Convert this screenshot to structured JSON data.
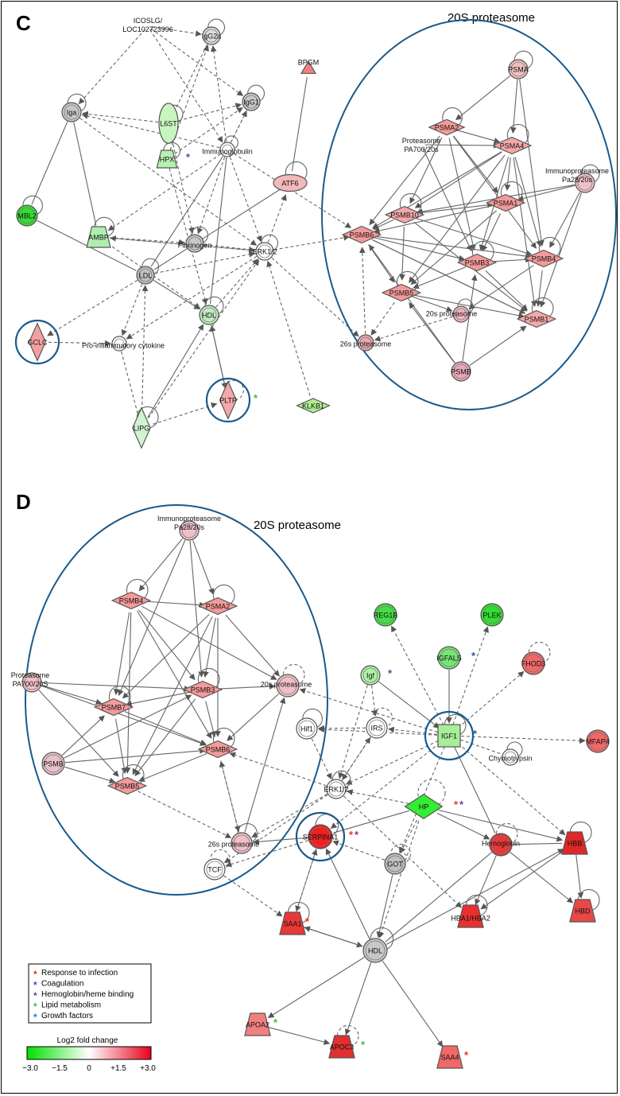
{
  "panel_c": {
    "letter": "C",
    "complex_label": "20S proteasome",
    "nodes": [
      {
        "id": "c_icoslg",
        "label": "ICOSLG/\nLOC102723996",
        "shape": "none",
        "fill": "#ffffff"
      },
      {
        "id": "c_igg2a",
        "label": "IgG2a",
        "shape": "circle",
        "fill": "#dddddd"
      },
      {
        "id": "c_bpgm",
        "label": "BPGM",
        "shape": "triangle",
        "fill": "#f08080"
      },
      {
        "id": "c_igg1",
        "label": "IgG1",
        "shape": "circle",
        "fill": "#c8c8c8"
      },
      {
        "id": "c_l6st",
        "label": "L6ST",
        "shape": "ellipse",
        "fill": "#c8f5c0"
      },
      {
        "id": "c_iga",
        "label": "Iga",
        "shape": "circle",
        "fill": "#c8c8c8"
      },
      {
        "id": "c_immunoglobulin",
        "label": "Immunoglobulin",
        "shape": "circle",
        "fill": "#ffffff"
      },
      {
        "id": "c_hpx",
        "label": "HPX",
        "shape": "trapezoid",
        "fill": "#b8f0b0"
      },
      {
        "id": "c_atf6",
        "label": "ATF6",
        "shape": "ellipse",
        "fill": "#f4b8b8"
      },
      {
        "id": "c_mbl2",
        "label": "MBL2",
        "shape": "circle",
        "fill": "#33dd33"
      },
      {
        "id": "c_ambp",
        "label": "AMBP",
        "shape": "trapezoid",
        "fill": "#b0eeb0"
      },
      {
        "id": "c_fibrinogen",
        "label": "Fibrinogen",
        "shape": "circle",
        "fill": "#c8c8c8"
      },
      {
        "id": "c_erk12",
        "label": "ERK1/2",
        "shape": "circle",
        "fill": "#ffffff"
      },
      {
        "id": "c_ldl",
        "label": "LDL",
        "shape": "circle",
        "fill": "#c0c0c0"
      },
      {
        "id": "c_hdl",
        "label": "HDL",
        "shape": "circle",
        "fill": "#c4ecc0"
      },
      {
        "id": "c_gclc",
        "label": "GCLC",
        "shape": "diamond",
        "fill": "#f4a0a0"
      },
      {
        "id": "c_proinfl",
        "label": "Pro-inflammatory cytokine",
        "shape": "circle",
        "fill": "#ffffff"
      },
      {
        "id": "c_pltp",
        "label": "PLTP",
        "shape": "diamond",
        "fill": "#f4a8a8"
      },
      {
        "id": "c_lipg",
        "label": "LIPG",
        "shape": "diamond",
        "fill": "#d0f4d0"
      },
      {
        "id": "c_klkb1",
        "label": "KLKB1",
        "shape": "diamond",
        "fill": "#b0ee90"
      },
      {
        "id": "c_psma",
        "label": "PSMA",
        "shape": "circle",
        "fill": "#f0c0c0"
      },
      {
        "id": "c_psma2",
        "label": "PSMA2",
        "shape": "diamond",
        "fill": "#f49a9a"
      },
      {
        "id": "c_psma4",
        "label": "PSMA4",
        "shape": "diamond",
        "fill": "#f4a8a8"
      },
      {
        "id": "c_pa700",
        "label": "Proteasome\nPA700/20s",
        "shape": "none",
        "fill": "#ffffff"
      },
      {
        "id": "c_immunoprot",
        "label": "Immunoproteasome\nPa28/20s",
        "shape": "circle",
        "fill": "#f0c0c8"
      },
      {
        "id": "c_psmb10",
        "label": "PSMB10",
        "shape": "diamond",
        "fill": "#f4a8a8"
      },
      {
        "id": "c_psma1",
        "label": "PSMA1",
        "shape": "diamond",
        "fill": "#f49a9a"
      },
      {
        "id": "c_psmb6",
        "label": "PSMB6",
        "shape": "diamond",
        "fill": "#f49a9a"
      },
      {
        "id": "c_psmb3",
        "label": "PSMB3",
        "shape": "diamond",
        "fill": "#f49a9a"
      },
      {
        "id": "c_psmb4",
        "label": "PSMB4",
        "shape": "diamond",
        "fill": "#f49a9a"
      },
      {
        "id": "c_psmb5",
        "label": "PSMB5",
        "shape": "diamond",
        "fill": "#f49a9a"
      },
      {
        "id": "c_20s",
        "label": "20s proteasome",
        "shape": "circle",
        "fill": "#f0b8c0"
      },
      {
        "id": "c_psmb1",
        "label": "PSMB1",
        "shape": "diamond",
        "fill": "#f4a8a8"
      },
      {
        "id": "c_26s",
        "label": "26s proteasome",
        "shape": "circle",
        "fill": "#e8a8b0"
      },
      {
        "id": "c_psmb",
        "label": "PSMB",
        "shape": "circle",
        "fill": "#e8a8b8"
      }
    ]
  },
  "panel_d": {
    "letter": "D",
    "complex_label": "20S proteasome",
    "nodes": [
      {
        "id": "d_immunoprot",
        "label": "Immunoproteasome\nPa28/20s",
        "shape": "circle",
        "fill": "#f0c0c8"
      },
      {
        "id": "d_psmb4",
        "label": "PSMB4",
        "shape": "diamond",
        "fill": "#f49a9a"
      },
      {
        "id": "d_psma2",
        "label": "PSMA2",
        "shape": "diamond",
        "fill": "#f49a9a"
      },
      {
        "id": "d_pa700",
        "label": "Proteasome\nPA700/20S",
        "shape": "circle",
        "fill": "#f0c0c8"
      },
      {
        "id": "d_psmb3",
        "label": "PSMB3",
        "shape": "diamond",
        "fill": "#f49a9a"
      },
      {
        "id": "d_20s",
        "label": "20s proteasome",
        "shape": "circle",
        "fill": "#f0c0c8"
      },
      {
        "id": "d_psmb7",
        "label": "PSMB7",
        "shape": "diamond",
        "fill": "#f49a9a"
      },
      {
        "id": "d_psmb",
        "label": "PSMB",
        "shape": "circle",
        "fill": "#e8c0c8"
      },
      {
        "id": "d_psmb6",
        "label": "PSMB6",
        "shape": "diamond",
        "fill": "#f49a9a"
      },
      {
        "id": "d_psmb5",
        "label": "PSMB5",
        "shape": "diamond",
        "fill": "#f49a9a"
      },
      {
        "id": "d_26s",
        "label": "26s proteasome",
        "shape": "circle",
        "fill": "#f0c0c8"
      },
      {
        "id": "d_reg1b",
        "label": "REG1B",
        "shape": "circle",
        "fill": "#44dd44"
      },
      {
        "id": "d_plek",
        "label": "PLEK",
        "shape": "circle",
        "fill": "#33dd33"
      },
      {
        "id": "d_igfals",
        "label": "IGFALS",
        "shape": "circle",
        "fill": "#77e477"
      },
      {
        "id": "d_fhod3",
        "label": "FHOD3",
        "shape": "circle",
        "fill": "#f06868"
      },
      {
        "id": "d_igf",
        "label": "Igf",
        "shape": "circle",
        "fill": "#b0f0a8"
      },
      {
        "id": "d_igf1",
        "label": "IGF1",
        "shape": "square",
        "fill": "#a8ee98"
      },
      {
        "id": "d_mfap4",
        "label": "MFAP4",
        "shape": "circle",
        "fill": "#f06868"
      },
      {
        "id": "d_hif1",
        "label": "Hif1",
        "shape": "circle",
        "fill": "#ffffff"
      },
      {
        "id": "d_irs",
        "label": "IRS",
        "shape": "circle",
        "fill": "#ffffff"
      },
      {
        "id": "d_chymo",
        "label": "Chymotrypsin",
        "shape": "circle",
        "fill": "#ffffff"
      },
      {
        "id": "d_erk12",
        "label": "ERK1/2",
        "shape": "circle",
        "fill": "#ffffff"
      },
      {
        "id": "d_hp",
        "label": "HP",
        "shape": "diamond",
        "fill": "#33ee33"
      },
      {
        "id": "d_hbb",
        "label": "HBB",
        "shape": "trapezoid",
        "fill": "#e02828"
      },
      {
        "id": "d_hemoglobin",
        "label": "Hemoglobin",
        "shape": "circle",
        "fill": "#e83838"
      },
      {
        "id": "d_serpina1",
        "label": "SERPINA1",
        "shape": "circle",
        "fill": "#ee2020"
      },
      {
        "id": "d_got",
        "label": "GOT",
        "shape": "circle",
        "fill": "#c0c0c0"
      },
      {
        "id": "d_tcf",
        "label": "TCF",
        "shape": "circle",
        "fill": "#ffffff"
      },
      {
        "id": "d_saa1",
        "label": "SAA1",
        "shape": "trapezoid",
        "fill": "#e83838"
      },
      {
        "id": "d_hdl",
        "label": "HDL",
        "shape": "circle",
        "fill": "#c8c8c8"
      },
      {
        "id": "d_hba",
        "label": "HBA1/HBA2",
        "shape": "trapezoid",
        "fill": "#e83030"
      },
      {
        "id": "d_hbd",
        "label": "HBD",
        "shape": "trapezoid",
        "fill": "#e84848"
      },
      {
        "id": "d_apoa2",
        "label": "APOA2",
        "shape": "trapezoid",
        "fill": "#f08080"
      },
      {
        "id": "d_apoc3",
        "label": "APOC3",
        "shape": "trapezoid",
        "fill": "#e03030"
      },
      {
        "id": "d_saa4",
        "label": "SAA4",
        "shape": "trapezoid",
        "fill": "#f06868"
      }
    ]
  },
  "legend": {
    "categories": [
      {
        "label": "Response to infection",
        "color": "#e8302c"
      },
      {
        "label": "Coagulation",
        "color": "#2a5a9c"
      },
      {
        "label": "Hemoglobin/heme binding",
        "color": "#7a3a9a"
      },
      {
        "label": "Lipid metabolism",
        "color": "#3ac03a"
      },
      {
        "label": "Growth factors",
        "color": "#2a7ab8"
      }
    ],
    "scale_title": "Log2 fold change",
    "scale_ticks": [
      "−3.0",
      "−1.5",
      "0",
      "+1.5",
      "+3.0"
    ],
    "scale_colors": [
      "#00e000",
      "#ffffff",
      "#e8001a"
    ]
  }
}
